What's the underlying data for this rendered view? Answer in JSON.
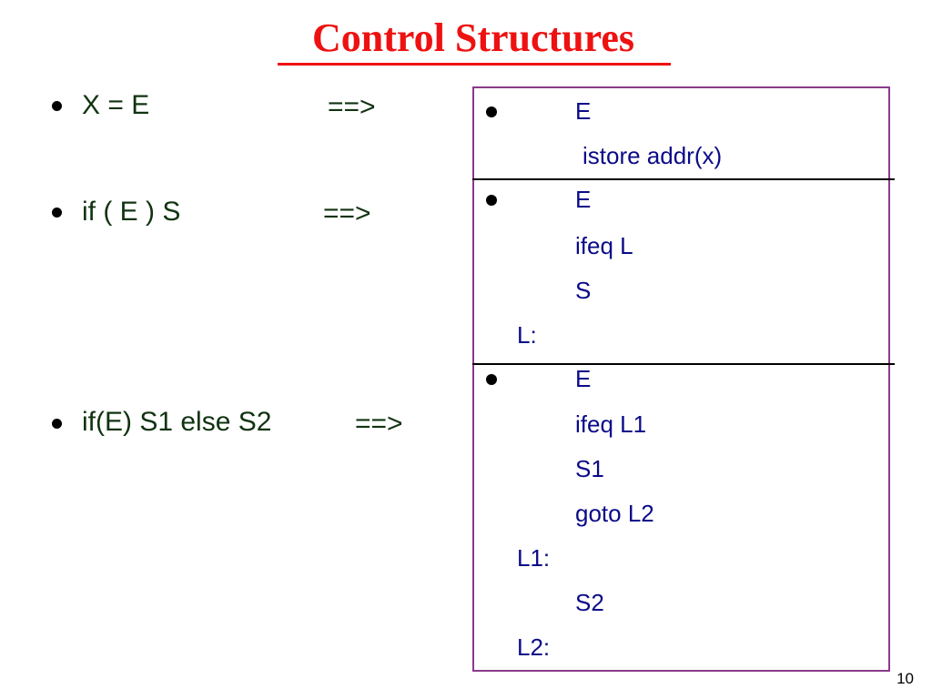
{
  "title": "Control Structures",
  "rules": [
    {
      "construct": "X = E",
      "arrow": "==>"
    },
    {
      "construct": "if ( E ) S",
      "arrow": "==>"
    },
    {
      "construct": "if(E) S1 else S2",
      "arrow": "==>"
    }
  ],
  "code": {
    "assign": [
      "E",
      "istore addr(x)"
    ],
    "if_then": [
      "E",
      "ifeq L",
      "S",
      "L:"
    ],
    "if_else": [
      "E",
      "ifeq L1",
      "S1",
      "goto L2",
      "L1:",
      "S2",
      "L2:"
    ]
  },
  "page_number": "10",
  "colors": {
    "title": "#ee1111",
    "left_text": "#113311",
    "code_text": "#0a0a88",
    "box_border": "#8a3a8a"
  }
}
